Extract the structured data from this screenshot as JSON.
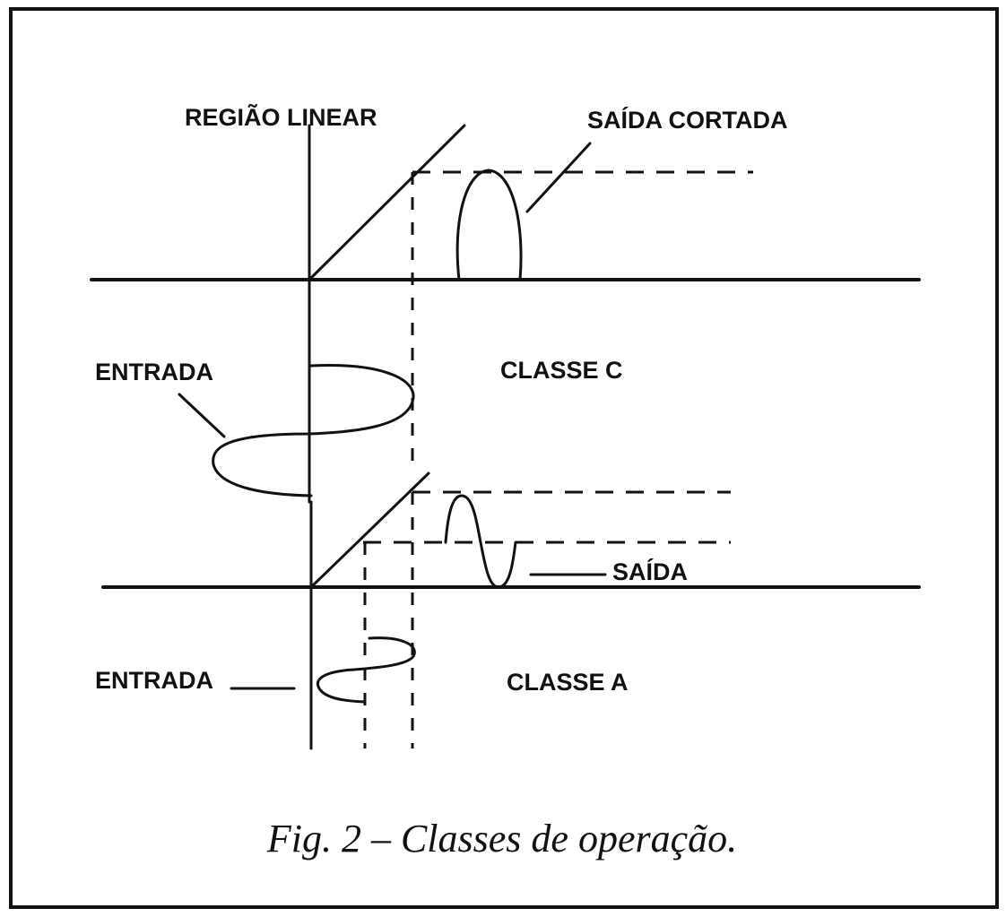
{
  "labels": {
    "regiao_linear": "REGIÃO LINEAR",
    "saida_cortada": "SAÍDA CORTADA",
    "entrada_c": "ENTRADA",
    "classe_c": "CLASSE C",
    "saida": "SAÍDA",
    "entrada_a": "ENTRADA",
    "classe_a": "CLASSE A"
  },
  "caption": "Fig. 2 – Classes de operação.",
  "colors": {
    "ink": "#111111",
    "paper": "#ffffff"
  }
}
